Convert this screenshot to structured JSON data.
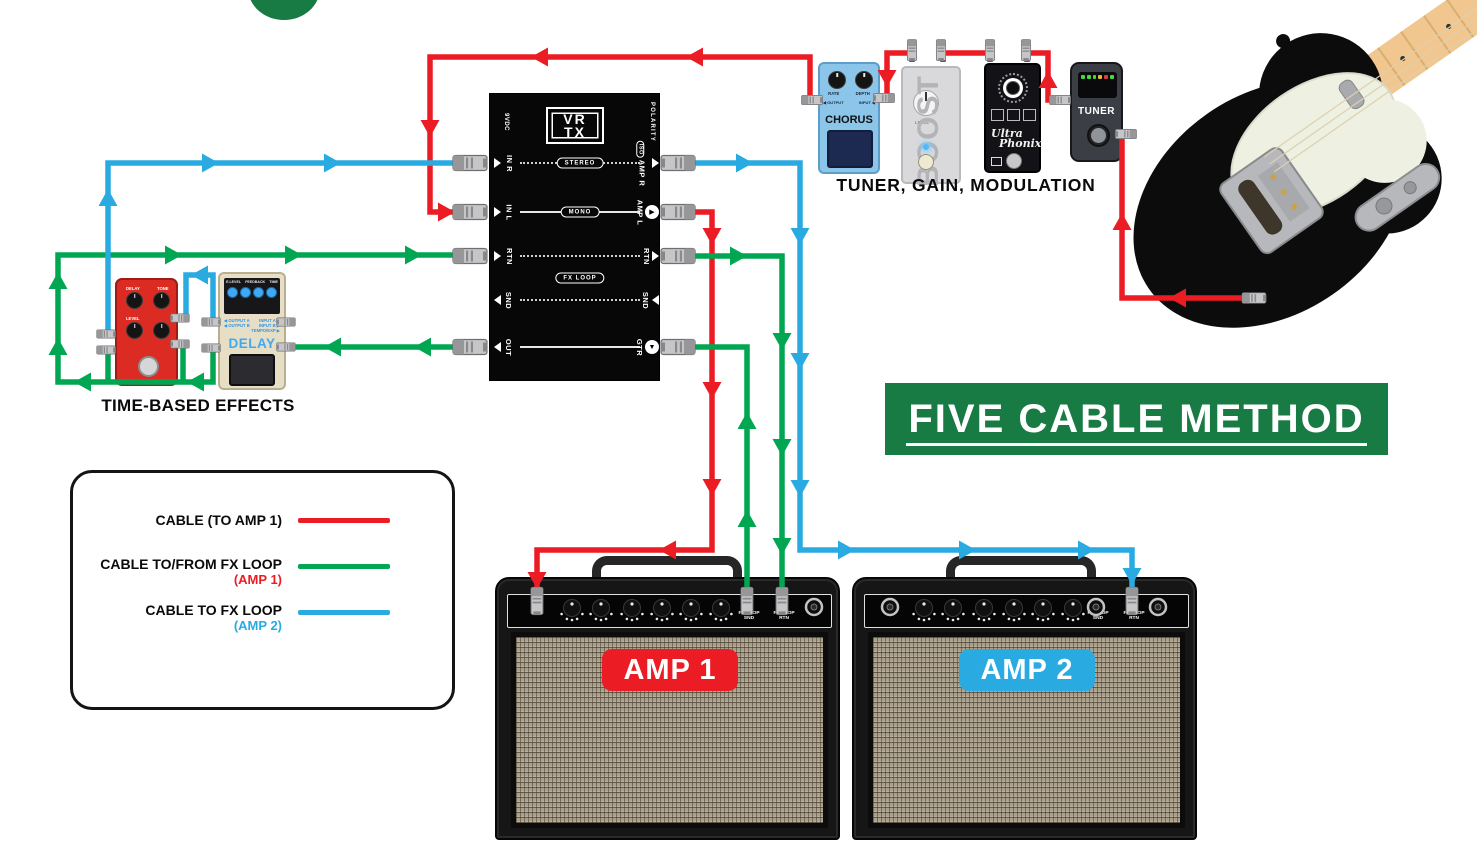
{
  "colors": {
    "red": "#EC1C24",
    "green": "#00A651",
    "blue": "#29ABE2",
    "banner_green": "#177B43"
  },
  "banner": {
    "label": "FIVE CABLE METHOD"
  },
  "junction_box": {
    "brand_line1": "VR",
    "brand_line2": "TX",
    "power_label": "9VDC",
    "polarity_label": "POLARITY",
    "iso_label": "ISO",
    "left_ports": [
      "IN R",
      "IN L",
      "RTN",
      "SND",
      "OUT"
    ],
    "right_ports": [
      "AMP R",
      "AMP L",
      "RTN",
      "SND",
      "GTR"
    ],
    "bus_labels": {
      "stereo": "STEREO",
      "mono": "MONO",
      "fx_loop": "FX LOOP"
    }
  },
  "front_chain": {
    "group_label": "TUNER, GAIN, MODULATION",
    "chorus": {
      "name": "CHORUS",
      "knob_labels": [
        "RATE",
        "DEPTH"
      ],
      "output_label": "◀ OUTPUT",
      "input_label": "INPUT ◀"
    },
    "boost": {
      "name": "BOOST",
      "knob_label": "LEVEL"
    },
    "ultra_phonix": {
      "name_line1": "Ultra",
      "name_line2": "Phonix"
    },
    "tuner": {
      "name": "TUNER"
    }
  },
  "time_based": {
    "group_label": "TIME-BASED EFFECTS",
    "red_pedal": {
      "knob_labels": [
        "DELAY",
        "TONE",
        "LEVEL"
      ]
    },
    "delay_pedal": {
      "name": "DELAY",
      "top_labels": [
        "E.LEVEL",
        "FEEDBACK",
        "TIME"
      ],
      "io_left": [
        "◀ OUTPUT A",
        "◀ OUTPUT B"
      ],
      "io_right": [
        "INPUT A ▶",
        "INPUT B ▶",
        "TEMPO/EXP ▶"
      ]
    }
  },
  "amps": [
    {
      "badge": "AMP 1",
      "fx_send_label_1": "FX LOOP",
      "fx_send_label_2": "SND",
      "fx_return_label_1": "FX LOOP",
      "fx_return_label_2": "RTN"
    },
    {
      "badge": "AMP 2",
      "fx_send_label_1": "FX LOOP",
      "fx_send_label_2": "SND",
      "fx_return_label_1": "FX LOOP",
      "fx_return_label_2": "RTN"
    }
  ],
  "legend": {
    "items": [
      {
        "label": "CABLE (TO AMP 1)",
        "sub": "",
        "color_key": "red",
        "sub_color": ""
      },
      {
        "label": "CABLE TO/FROM FX LOOP",
        "sub": "(AMP 1)",
        "color_key": "green",
        "sub_color": "#EC1C24"
      },
      {
        "label": "CABLE TO FX LOOP",
        "sub": "(AMP 2)",
        "color_key": "blue",
        "sub_color": "#29ABE2"
      }
    ]
  }
}
